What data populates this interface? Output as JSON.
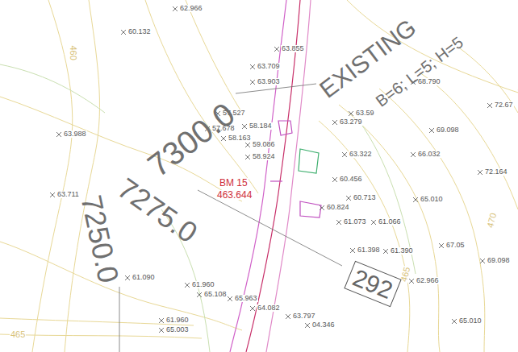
{
  "diagram": {
    "nodes": [
      {
        "text": [
          "292"
        ]
      }
    ],
    "labels": [
      "62.966",
      "60.132",
      "63.855",
      "63.709",
      "63.903",
      "68.790",
      "72.67",
      "57.527",
      "58.184",
      "57.678",
      "58.163",
      "63.59",
      "63.279",
      "69.098",
      "63.988",
      "59.086",
      "58.924",
      "63.322",
      "66.032",
      "72.164",
      "63.711",
      "60.456",
      "60.713",
      "60.824",
      "65.010",
      "61.073",
      "61.066",
      "67.05",
      "69.098",
      "61.398",
      "61.390",
      "61.090",
      "61.960",
      "65.108",
      "65.963",
      "62.966",
      "64.082",
      "63.797",
      "04.346",
      "61.960",
      "65.003",
      "65.010",
      "BM 15",
      "463.644",
      "460",
      "465",
      "465",
      "470",
      "EXISTING",
      "B=6; L=5; H=5",
      "7300.0",
      "7275.0",
      "7250.0"
    ]
  }
}
